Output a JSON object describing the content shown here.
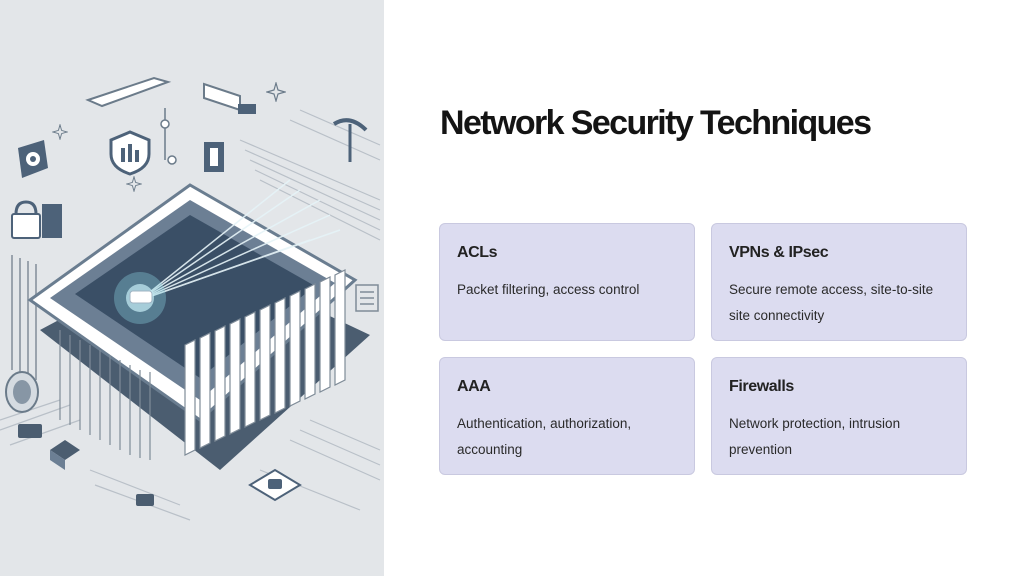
{
  "slide": {
    "title": "Network Security Techniques",
    "cards": [
      {
        "title": "ACLs",
        "description": "Packet filtering, access control"
      },
      {
        "title": "VPNs & IPsec",
        "description": "Secure remote access, site-to-site site connectivity"
      },
      {
        "title": "AAA",
        "description": "Authentication, authorization, accounting"
      },
      {
        "title": "Firewalls",
        "description": "Network protection, intrusion prevention"
      }
    ]
  },
  "illustration": {
    "icons": [
      "server-chassis-icon",
      "lock-icon",
      "shield-icon",
      "fingerprint-icon",
      "pickaxe-icon",
      "network-node-icon",
      "sparkle-icon"
    ]
  },
  "colors": {
    "card_background": "#dcdcf0",
    "card_border": "#c9c9e0",
    "illustration_background": "#e3e6e9",
    "title_text": "#141414",
    "accent_slate": "#4d6279"
  }
}
